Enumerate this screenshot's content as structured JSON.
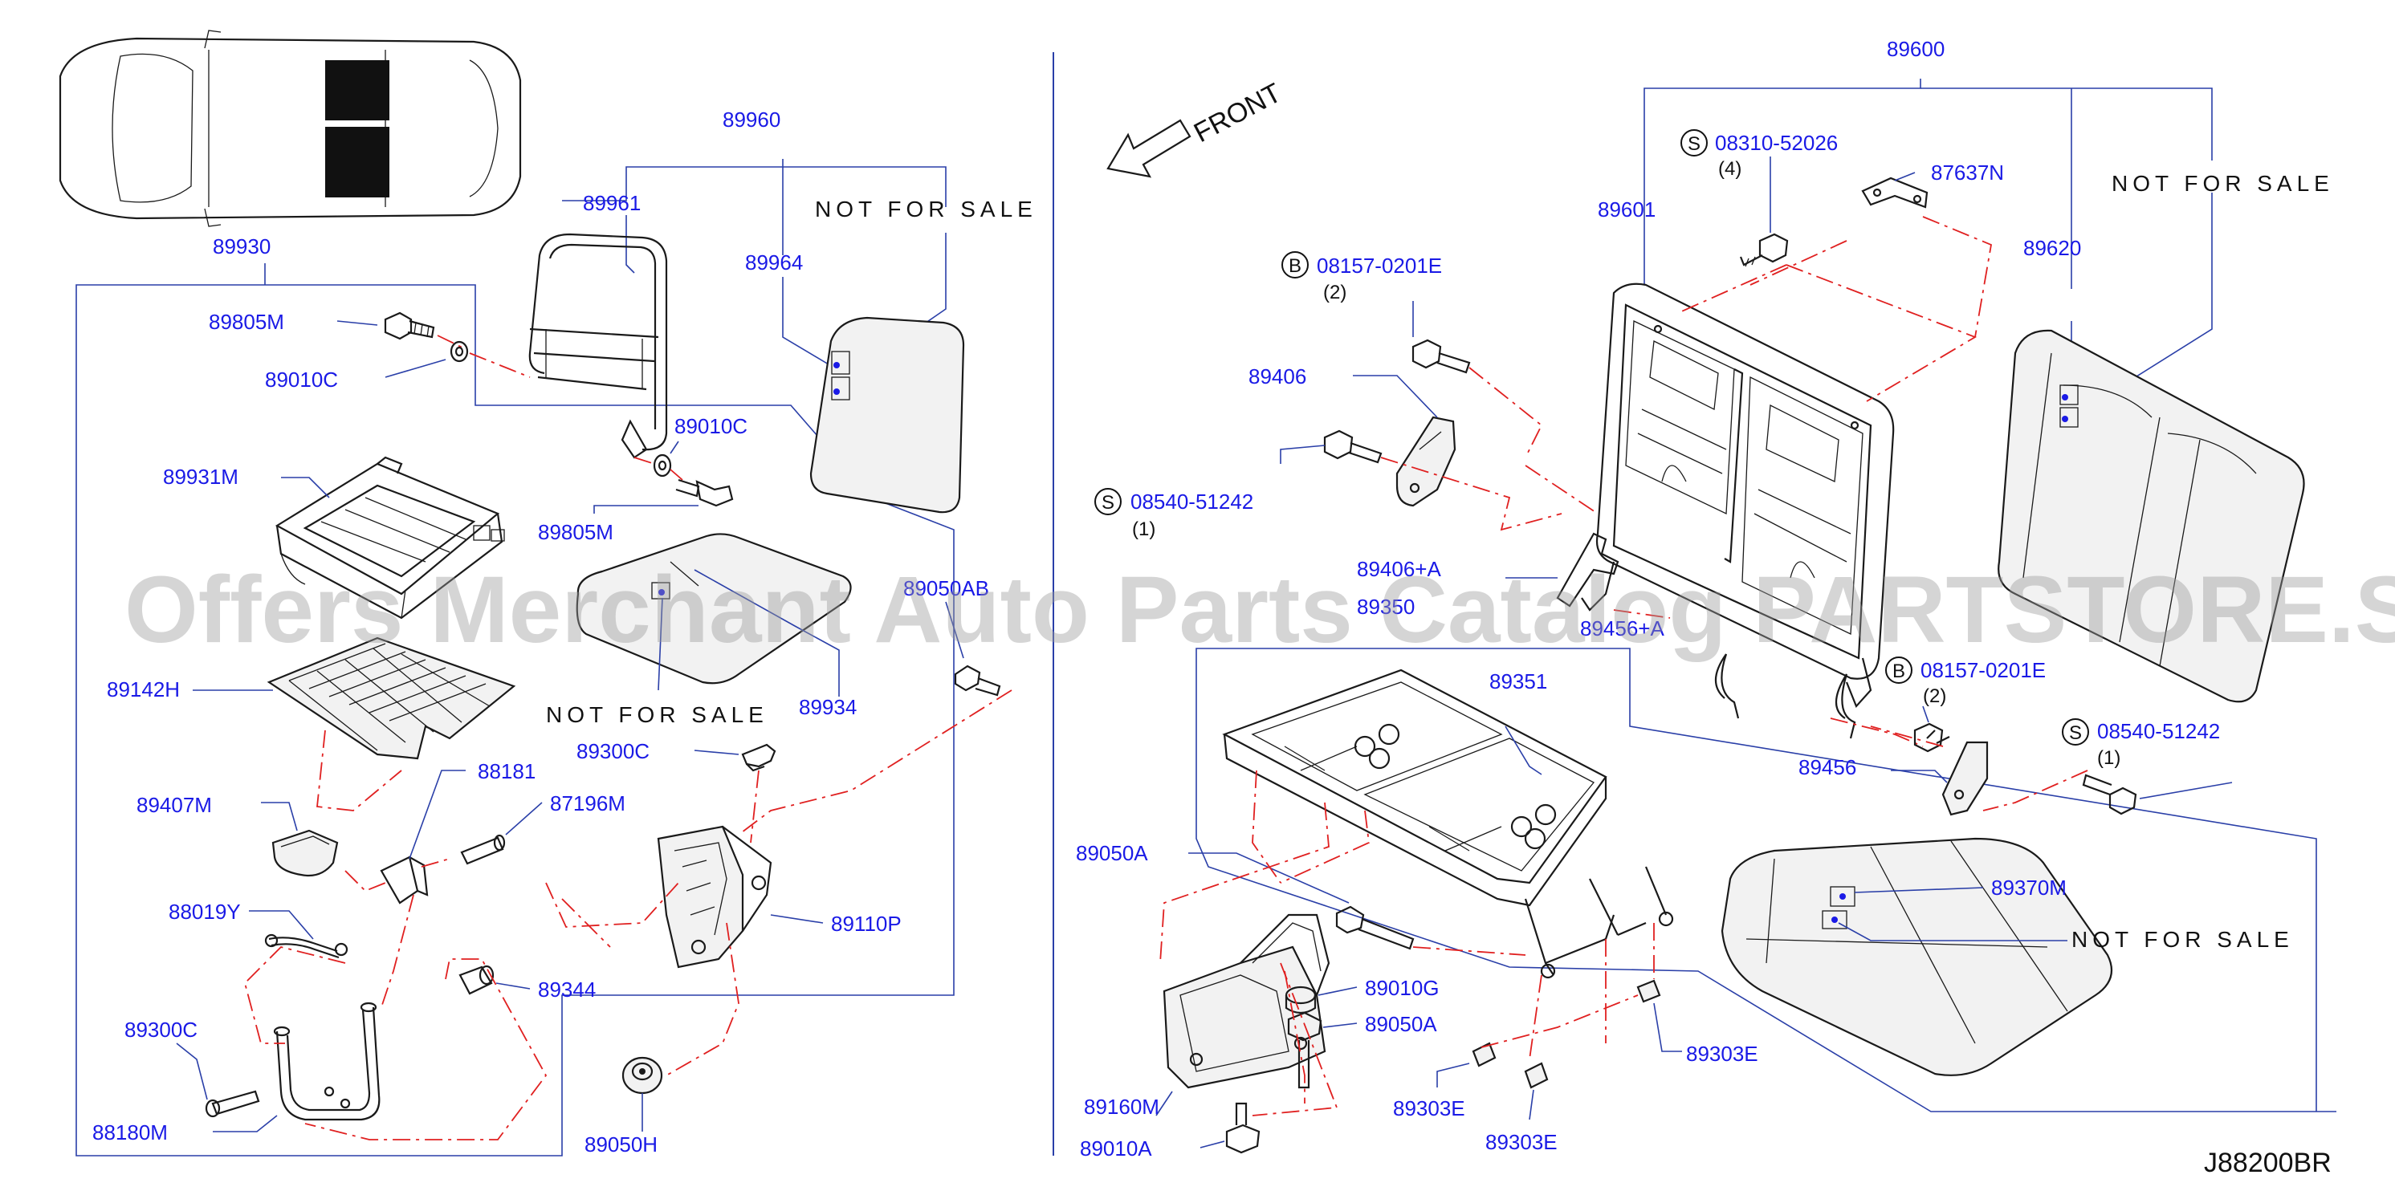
{
  "labels": {
    "p89960": "89960",
    "p89961": "89961",
    "p89964": "89964",
    "p89930": "89930",
    "p89805m_a": "89805M",
    "p89010c_a": "89010C",
    "p89010c_b": "89010C",
    "p89805m_b": "89805M",
    "p89931m": "89931M",
    "p89142h": "89142H",
    "p89934": "89934",
    "p89050ab": "89050AB",
    "p89300c_a": "89300C",
    "p88181": "88181",
    "p87196m": "87196M",
    "p89407m": "89407M",
    "p88019y": "88019Y",
    "p89110p": "89110P",
    "p89344": "89344",
    "p89300c_b": "89300C",
    "p88180m": "88180M",
    "p89050h": "89050H",
    "p89600": "89600",
    "p89601": "89601",
    "p89620": "89620",
    "p87637n": "87637N",
    "p08310": "08310-52026",
    "p08310_qty": "(4)",
    "p08157_a": "08157-0201E",
    "p08157_a_qty": "(2)",
    "p89406": "89406",
    "p08540_a": "08540-51242",
    "p08540_a_qty": "(1)",
    "p89406a": "89406+A",
    "p89350": "89350",
    "p89456a": "89456+A",
    "p89351": "89351",
    "p08157_b": "08157-0201E",
    "p08157_b_qty": "(2)",
    "p08540_b": "08540-51242",
    "p08540_b_qty": "(1)",
    "p89456": "89456",
    "p89370m": "89370M",
    "p89050a_a": "89050A",
    "p89010g": "89010G",
    "p89050a_b": "89050A",
    "p89303e_a": "89303E",
    "p89303e_b": "89303E",
    "p89303e_c": "89303E",
    "p89160m": "89160M",
    "p89010a": "89010A"
  },
  "callouts": {
    "bolt_symbol": "B",
    "screw_symbol": "S"
  },
  "not_for_sale": {
    "text": "NOT FOR SALE"
  },
  "front_arrow": {
    "text": "FRONT"
  },
  "diagram_code": "J88200BR",
  "watermark": "Offers Merchant Auto Parts Catalog PARTSTORE.SA",
  "colors": {
    "label": "#1a1ae6",
    "leader": "#2a3fa8",
    "phantom": "#e02020",
    "outline": "#1a1a1a"
  }
}
